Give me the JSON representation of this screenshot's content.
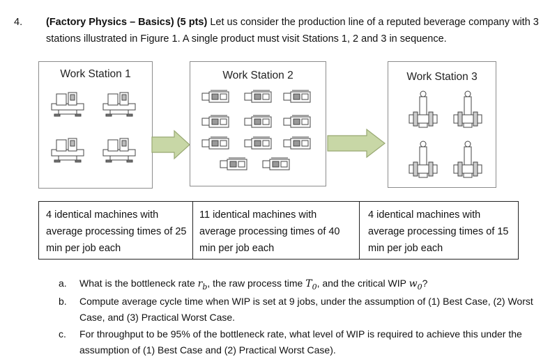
{
  "problem": {
    "number": "4.",
    "title": "(Factory Physics – Basics) (5 pts)",
    "intro_rest": " Let us consider the production line of a reputed beverage company with 3 stations illustrated in Figure 1. A single product must visit Stations 1, 2 and 3 in sequence."
  },
  "stations": [
    {
      "title": "Work Station 1",
      "machine_count": 4,
      "description": "4 identical machines with average processing times of 25 min per job each"
    },
    {
      "title": "Work Station 2",
      "machine_count": 11,
      "description": "11 identical machines with average processing times of 40 min per job each"
    },
    {
      "title": "Work Station 3",
      "machine_count": 4,
      "description": "4 identical machines with average processing times of 15 min per job each"
    }
  ],
  "colors": {
    "arrow_fill": "#c8d7a6",
    "arrow_stroke": "#98a872",
    "frame": "#8c8c8c",
    "machine_stroke": "#444444"
  },
  "questions": {
    "a": {
      "label": "a.",
      "p1": "What is the bottleneck rate ",
      "rb": "r",
      "rb_sub": "b",
      "p2": ", the raw process time ",
      "t0": "T",
      "t0_sub": "0",
      "p3": ", and the critical WIP ",
      "w0": "w",
      "w0_sub": "0",
      "p4": "?"
    },
    "b": {
      "label": "b.",
      "text": "Compute average cycle time when WIP is set at 9 jobs, under the assumption of (1) Best Case, (2) Worst Case, and (3) Practical Worst Case."
    },
    "c": {
      "label": "c.",
      "text": "For throughput to be 95% of the bottleneck rate, what level of WIP is required to achieve this under the assumption of (1) Best Case and (2) Practical Worst Case)."
    }
  }
}
